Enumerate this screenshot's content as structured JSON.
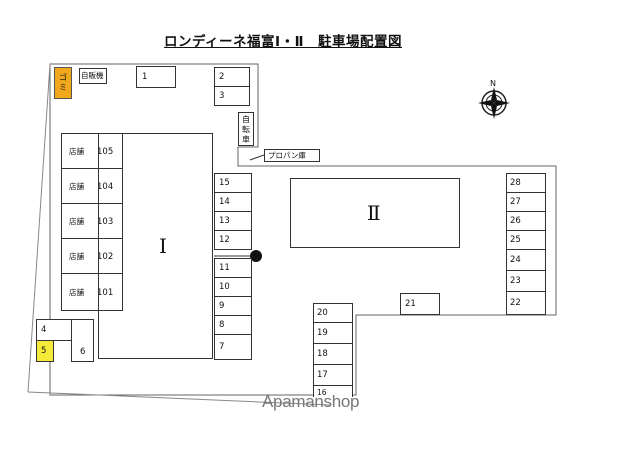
{
  "title": "ロンディーネ福富Ⅰ・Ⅱ　駐車場配置図",
  "gomi": "ゴミ",
  "vending": "自販機",
  "bicycle": "自転車",
  "propane": "プロパン庫",
  "compass_n": "N",
  "building_1": "Ⅰ",
  "building_2": "Ⅱ",
  "shops": [
    {
      "label": "店舗",
      "num": "105"
    },
    {
      "label": "店舗",
      "num": "104"
    },
    {
      "label": "店舗",
      "num": "103"
    },
    {
      "label": "店舗",
      "num": "102"
    },
    {
      "label": "店舗",
      "num": "101"
    }
  ],
  "slots_top": [
    "1",
    "2",
    "3"
  ],
  "slots_left": [
    "4",
    "5",
    "6"
  ],
  "slots_middle_upper": [
    "15",
    "14",
    "13",
    "12"
  ],
  "slots_middle_lower": [
    "11",
    "10",
    "9",
    "8",
    "7"
  ],
  "slots_bottom_column": [
    "20",
    "19",
    "18",
    "17",
    "16"
  ],
  "slot_21": "21",
  "slots_right": [
    "28",
    "27",
    "26",
    "25",
    "24",
    "23",
    "22"
  ],
  "highlight_color": "#f5ea3a",
  "gomi_color": "#f2a81d",
  "watermark": "Apamanshop"
}
